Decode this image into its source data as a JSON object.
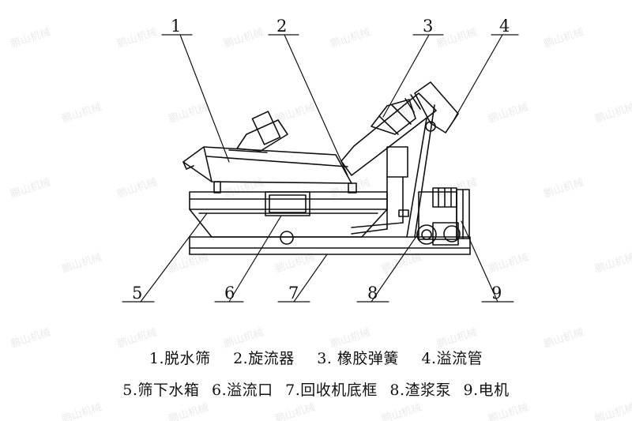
{
  "callouts": [
    "1",
    "2",
    "3",
    "4",
    "5",
    "6",
    "7",
    "8",
    "9"
  ],
  "legend": {
    "row1": [
      "1.脱水筛",
      "2.旋流器",
      "3. 橡胶弹簧",
      "4.溢流管"
    ],
    "row2": [
      "5.筛下水箱",
      "6.溢流口",
      "7.回收机底框",
      "8.渣浆泵",
      "9.电机"
    ]
  },
  "watermark": "鹏山机械"
}
